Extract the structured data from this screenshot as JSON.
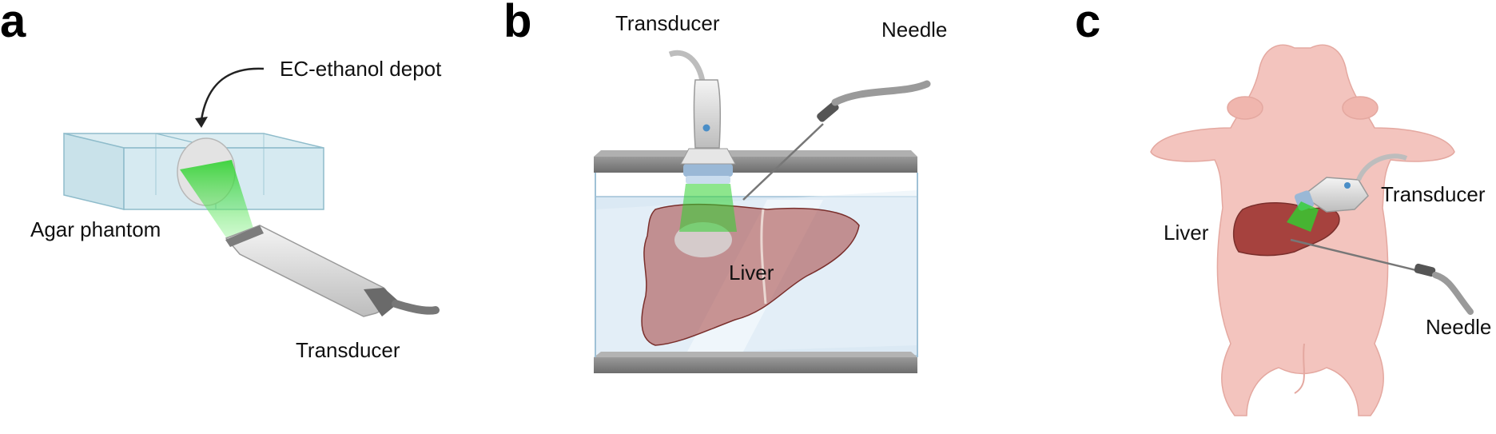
{
  "panels": {
    "a": {
      "letter": "a",
      "depot_label": "EC-ethanol depot",
      "phantom_label": "Agar phantom",
      "transducer_label": "Transducer"
    },
    "b": {
      "letter": "b",
      "transducer_label": "Transducer",
      "needle_label": "Needle",
      "liver_label": "Liver"
    },
    "c": {
      "letter": "c",
      "transducer_label": "Transducer",
      "liver_label": "Liver",
      "needle_label": "Needle"
    }
  },
  "colors": {
    "glass": "#cfe6ee",
    "glass_edge": "#8fbccb",
    "ultrasound_beam": "#3ddc3d",
    "liver": "#a6423e",
    "pig_skin": "#f3c4be",
    "tray": "#8a8a8a"
  }
}
